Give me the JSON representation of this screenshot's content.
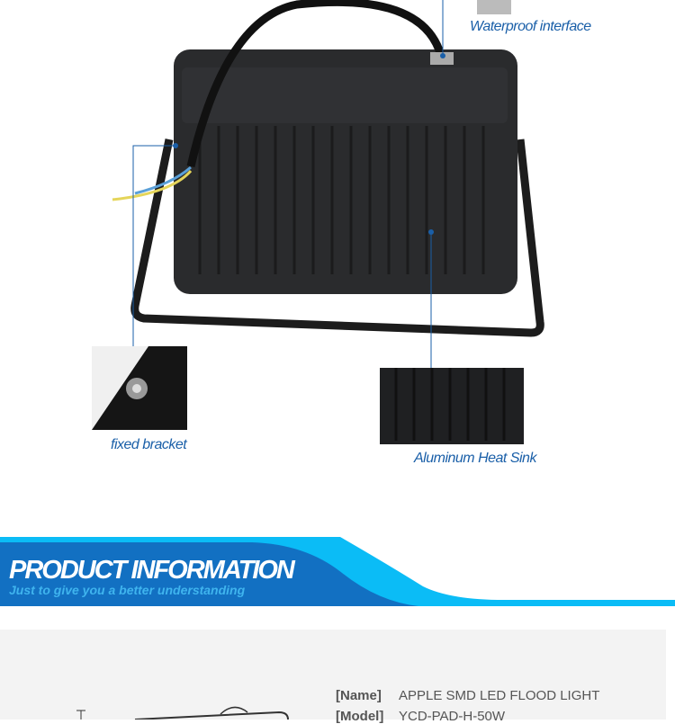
{
  "callouts": {
    "waterproof": "Waterproof interface",
    "bracket": "fixed bracket",
    "heatsink": "Aluminum Heat Sink"
  },
  "banner": {
    "title": "PRODUCT INFORMATION",
    "subtitle": "Just to give you a better understanding",
    "colors": {
      "dark": "#1270c2",
      "light": "#0bbcf6"
    }
  },
  "specs": [
    {
      "label": "[Name]",
      "value": "APPLE SMD LED FLOOD LIGHT"
    },
    {
      "label": "[Model]",
      "value": "YCD-PAD-H-50W"
    }
  ],
  "accent": "#1a5fa8"
}
